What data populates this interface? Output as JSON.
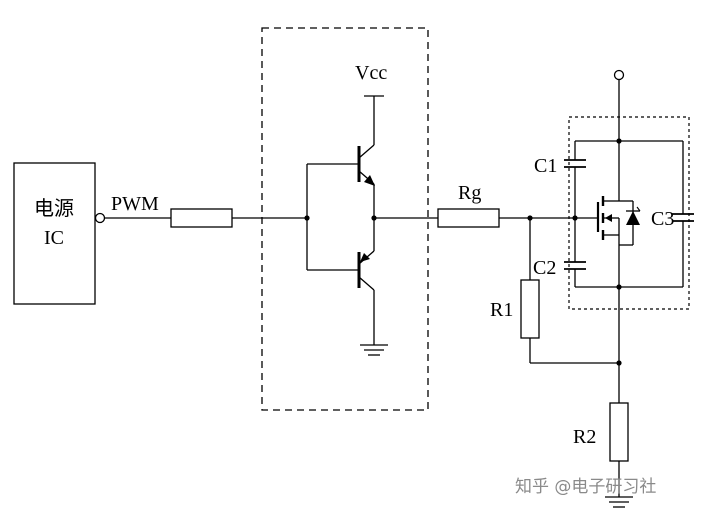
{
  "labels": {
    "ic_line1": "电源",
    "ic_line2": "IC",
    "pwm": "PWM",
    "vcc": "Vcc",
    "rg": "Rg",
    "c1": "C1",
    "c2": "C2",
    "c3": "C3",
    "r1": "R1",
    "r2": "R2"
  },
  "watermark": "知乎 @电子研习社"
}
